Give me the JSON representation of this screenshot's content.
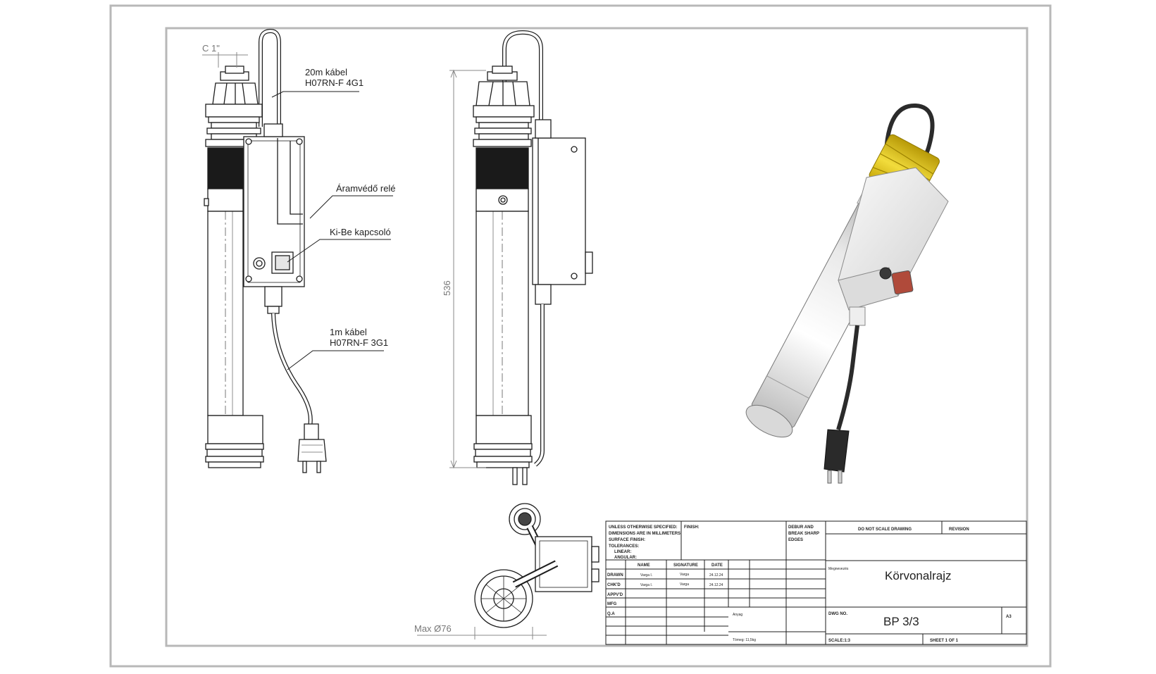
{
  "labels": {
    "cable_20m_line1": "20m kábel",
    "cable_20m_line2": "H07RN-F 4G1",
    "relay": "Áramvédő relé",
    "switch": "Ki-Be kapcsoló",
    "cable_1m_line1": "1m kábel",
    "cable_1m_line2": "H07RN-F 3G1"
  },
  "dimensions": {
    "thread": "C 1\"",
    "height": "536",
    "max_diameter": "Max Ø76"
  },
  "title_block": {
    "spec_lines": [
      "UNLESS OTHERWISE SPECIFIED:",
      "DIMENSIONS ARE IN MILLIMETERS",
      "SURFACE FINISH:",
      "TOLERANCES:",
      "LINEAR:",
      "ANGULAR:"
    ],
    "finish": "FINISH:",
    "deburr_lines": [
      "DEBUR AND",
      "BREAK SHARP",
      "EDGES"
    ],
    "do_not_scale": "DO NOT SCALE DRAWING",
    "revision": "REVISION",
    "col_name": "NAME",
    "col_signature": "SIGNATURE",
    "col_date": "DATE",
    "row_drawn": "DRAWN",
    "row_chkd": "CHK'D",
    "row_apprvd": "APPV'D",
    "row_mfg": "MFG",
    "row_qa": "Q.A",
    "drawn_name": "Varga I.",
    "chkd_name": "Varga I.",
    "drawn_sig": "Varga",
    "chkd_sig": "Varga",
    "drawn_date": "24.12.24",
    "chkd_date": "24.12.24",
    "megnevezes_label": "Megnevezés",
    "title": "Körvonalrajz",
    "anyag_label": "Anyag",
    "dwg_no_label": "DWG NO.",
    "dwg_no": "BP 3/3",
    "size": "A3",
    "mass": "Tömeg: 11,5kg",
    "scale": "SCALE:1:3",
    "sheet": "SHEET 1 OF 1"
  },
  "colors": {
    "line": "#1e1e1e",
    "border": "#b8b8b8",
    "pump_yellow": "#e6c81c",
    "pump_body": "#e4e4e4",
    "cable": "#2b2b2b",
    "dim_line": "#888888"
  }
}
